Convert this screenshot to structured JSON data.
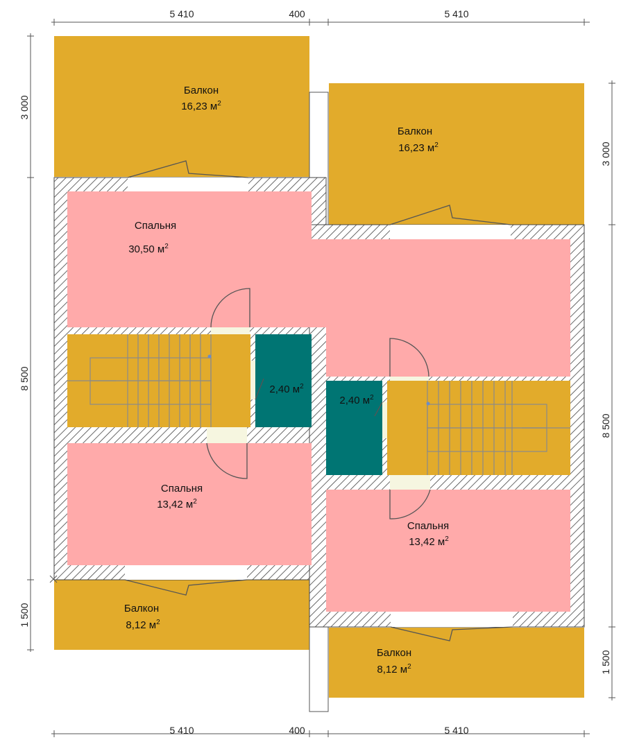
{
  "colors": {
    "balcony": "#e2ab2b",
    "bedroom": "#ffaaaa",
    "bathroom": "#007573",
    "stair": "#e2ab2b",
    "wall": "#ffffff",
    "hatch": "#444444",
    "line": "#666666"
  },
  "dimensions": {
    "top": [
      "5 410",
      "400",
      "5 410"
    ],
    "bottom": [
      "5 410",
      "400",
      "5 410"
    ],
    "left": [
      "3 000",
      "8 500",
      "1 500"
    ],
    "right": [
      "3 000",
      "8 500",
      "1 500"
    ]
  },
  "rooms": {
    "balcony_top_left": {
      "name": "Балкон",
      "area": "16,23 м",
      "unit_sup": "2"
    },
    "balcony_top_right": {
      "name": "Балкон",
      "area": "16,23 м",
      "unit_sup": "2"
    },
    "bedroom_main": {
      "name": "Спальня",
      "area": "30,50 м",
      "unit_sup": "2"
    },
    "bath_left": {
      "area": "2,40 м",
      "unit_sup": "2"
    },
    "bath_right": {
      "area": "2,40 м",
      "unit_sup": "2"
    },
    "bedroom_left": {
      "name": "Спальня",
      "area": "13,42 м",
      "unit_sup": "2"
    },
    "bedroom_right": {
      "name": "Спальня",
      "area": "13,42 м",
      "unit_sup": "2"
    },
    "balcony_bottom_left": {
      "name": "Балкон",
      "area": "8,12 м",
      "unit_sup": "2"
    },
    "balcony_bottom_right": {
      "name": "Балкон",
      "area": "8,12 м",
      "unit_sup": "2"
    }
  }
}
